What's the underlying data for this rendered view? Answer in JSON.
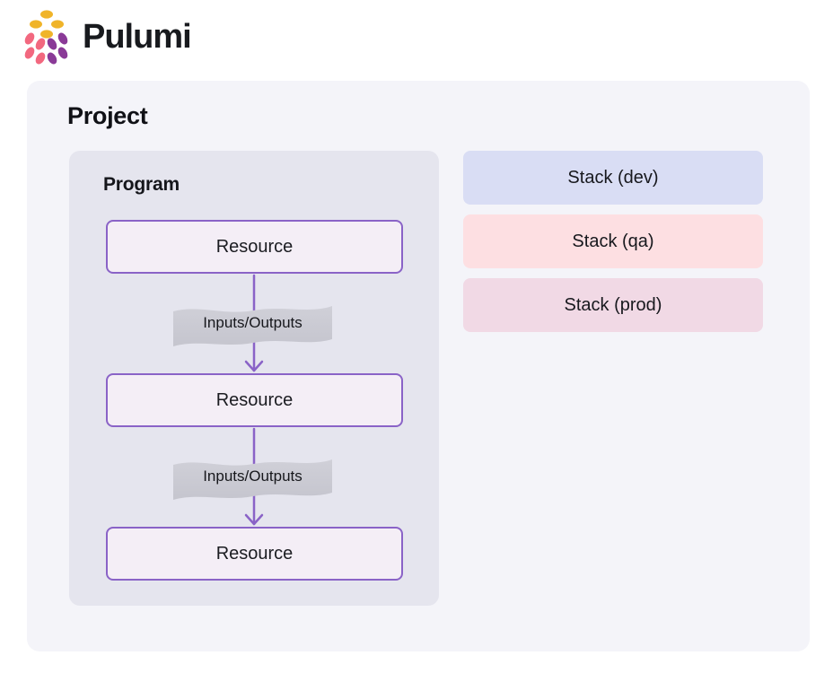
{
  "header": {
    "brand": "Pulumi",
    "logo_icon": "pulumi-cube-logo"
  },
  "diagram": {
    "project_label": "Project",
    "program_label": "Program",
    "resources": [
      {
        "label": "Resource"
      },
      {
        "label": "Resource"
      },
      {
        "label": "Resource"
      }
    ],
    "connectors": [
      {
        "label": "Inputs/Outputs"
      },
      {
        "label": "Inputs/Outputs"
      }
    ],
    "stacks": [
      {
        "label": "Stack (dev)",
        "color": "#D9DDF4"
      },
      {
        "label": "Stack (qa)",
        "color": "#FDDFE2"
      },
      {
        "label": "Stack (prod)",
        "color": "#F1D9E5"
      }
    ]
  },
  "colors": {
    "accent_purple": "#8A63C7",
    "ribbon_gray": "#CBCBD3",
    "project_bg": "#F4F4F9",
    "program_bg": "#E5E5EE",
    "resource_fill": "#F4EEF6",
    "logo_yellow": "#F0B429",
    "logo_pink": "#F2687F",
    "logo_purple": "#8A3A97",
    "text_dark": "#17181c"
  }
}
